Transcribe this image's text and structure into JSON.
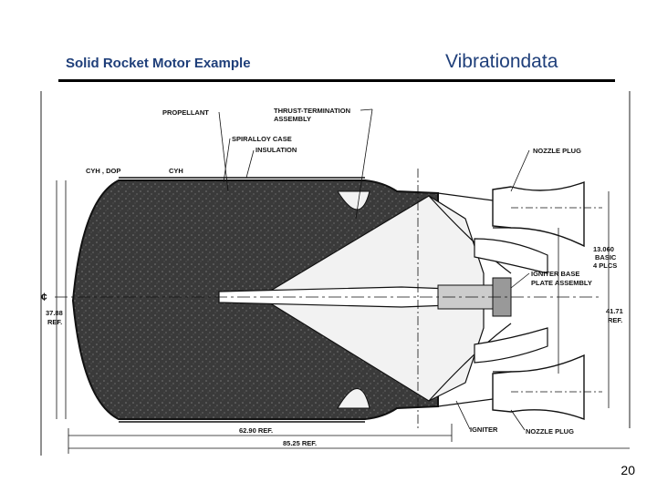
{
  "header": {
    "title_left": "Solid Rocket Motor Example",
    "title_right": "Vibrationdata"
  },
  "diagram": {
    "labels": {
      "propellant": "PROPELLANT",
      "thrust_termination_1": "THRUST-TERMINATION",
      "thrust_termination_2": "ASSEMBLY",
      "spiralloy_case": "SPIRALLOY CASE",
      "insulation": "INSULATION",
      "cyh_dop": "CYH , DOP",
      "cyh": "CYH",
      "nozzle_plug_top": "NOZZLE PLUG",
      "basic_1": "13.060",
      "basic_2": "BASIC",
      "basic_3": "4 PLCS",
      "igniter_base_1": "IGNITER BASE",
      "igniter_base_2": "PLATE ASSEMBLY",
      "ref_4171_1": "41.71",
      "ref_4171_2": "REF.",
      "ref_3788_1": "37.88",
      "ref_3788_2": "REF.",
      "ref_6290": "62.90 REF.",
      "ref_8525": "85.25 REF.",
      "igniter": "IGNITER",
      "nozzle_plug_bottom": "NOZZLE PLUG",
      "centerline": "¢"
    }
  },
  "footer": {
    "page_number": "20"
  }
}
